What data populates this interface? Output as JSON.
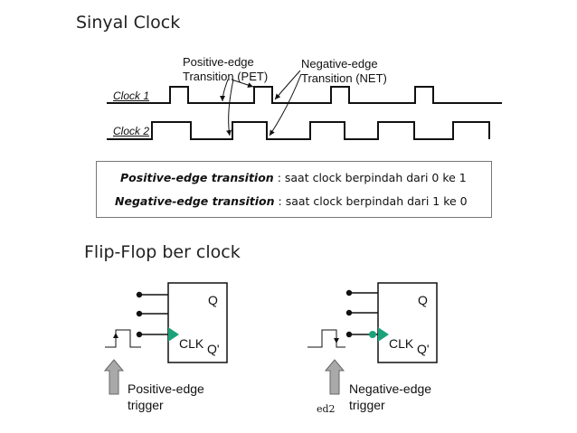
{
  "titles": {
    "sinyal_clock": "Sinyal Clock",
    "flip_flop": "Flip-Flop ber clock"
  },
  "timing": {
    "pet_label_line1": "Positive-edge",
    "pet_label_line2": "Transition (PET)",
    "net_label_line1": "Negative-edge",
    "net_label_line2": "Transition (NET)",
    "clock1_label": "Clock 1",
    "clock2_label": "Clock 2"
  },
  "definitions": {
    "positive_term": "Positive-edge transition",
    "positive_desc": ": saat clock berpindah dari 0 ke 1",
    "negative_term": "Negative-edge transition",
    "negative_desc": ": saat clock berpindah dari 1 ke 0"
  },
  "flipflops": {
    "left": {
      "q_label": "Q",
      "qbar_label": "Q'",
      "clk_label": "CLK",
      "trigger_line1": "Positive-edge",
      "trigger_line2": "trigger"
    },
    "right": {
      "q_label": "Q",
      "qbar_label": "Q'",
      "clk_label": "CLK",
      "trigger_line1": "Negative-edge",
      "trigger_line2": "trigger",
      "caption": "ed2"
    }
  },
  "colors": {
    "clk_triangle": "#1aa37a",
    "arrow_fill": "#a9a9a9"
  }
}
